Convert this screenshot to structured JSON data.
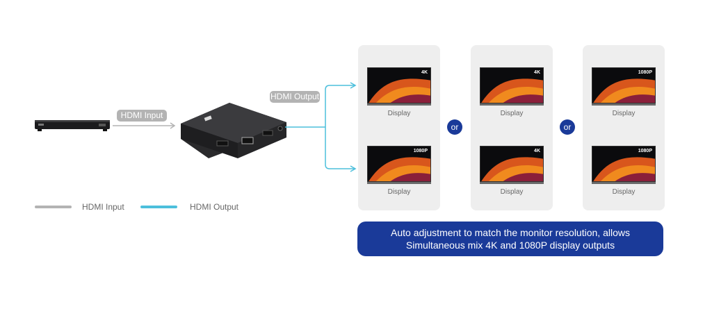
{
  "labels": {
    "hdmi_input_pill": "HDMI Input",
    "hdmi_output_pill": "HDMI Output"
  },
  "legend": [
    {
      "label": "HDMI Input",
      "color": "#b3b3b3"
    },
    {
      "label": "HDMI Output",
      "color": "#4cbfdc"
    }
  ],
  "panels": [
    {
      "displays": [
        {
          "res": "4K",
          "label": "Display"
        },
        {
          "res": "1080P",
          "label": "Display"
        }
      ]
    },
    {
      "displays": [
        {
          "res": "4K",
          "label": "Display"
        },
        {
          "res": "4K",
          "label": "Display"
        }
      ]
    },
    {
      "displays": [
        {
          "res": "1080P",
          "label": "Display"
        },
        {
          "res": "1080P",
          "label": "Display"
        }
      ]
    }
  ],
  "or_text": "or",
  "banner": {
    "line1": "Auto adjustment to match the monitor resolution, allows",
    "line2": "Simultaneous mix 4K and 1080P display outputs"
  },
  "colors": {
    "accent": "#1a3a99",
    "output_line": "#4cbfdc",
    "input_line": "#b3b3b3"
  }
}
